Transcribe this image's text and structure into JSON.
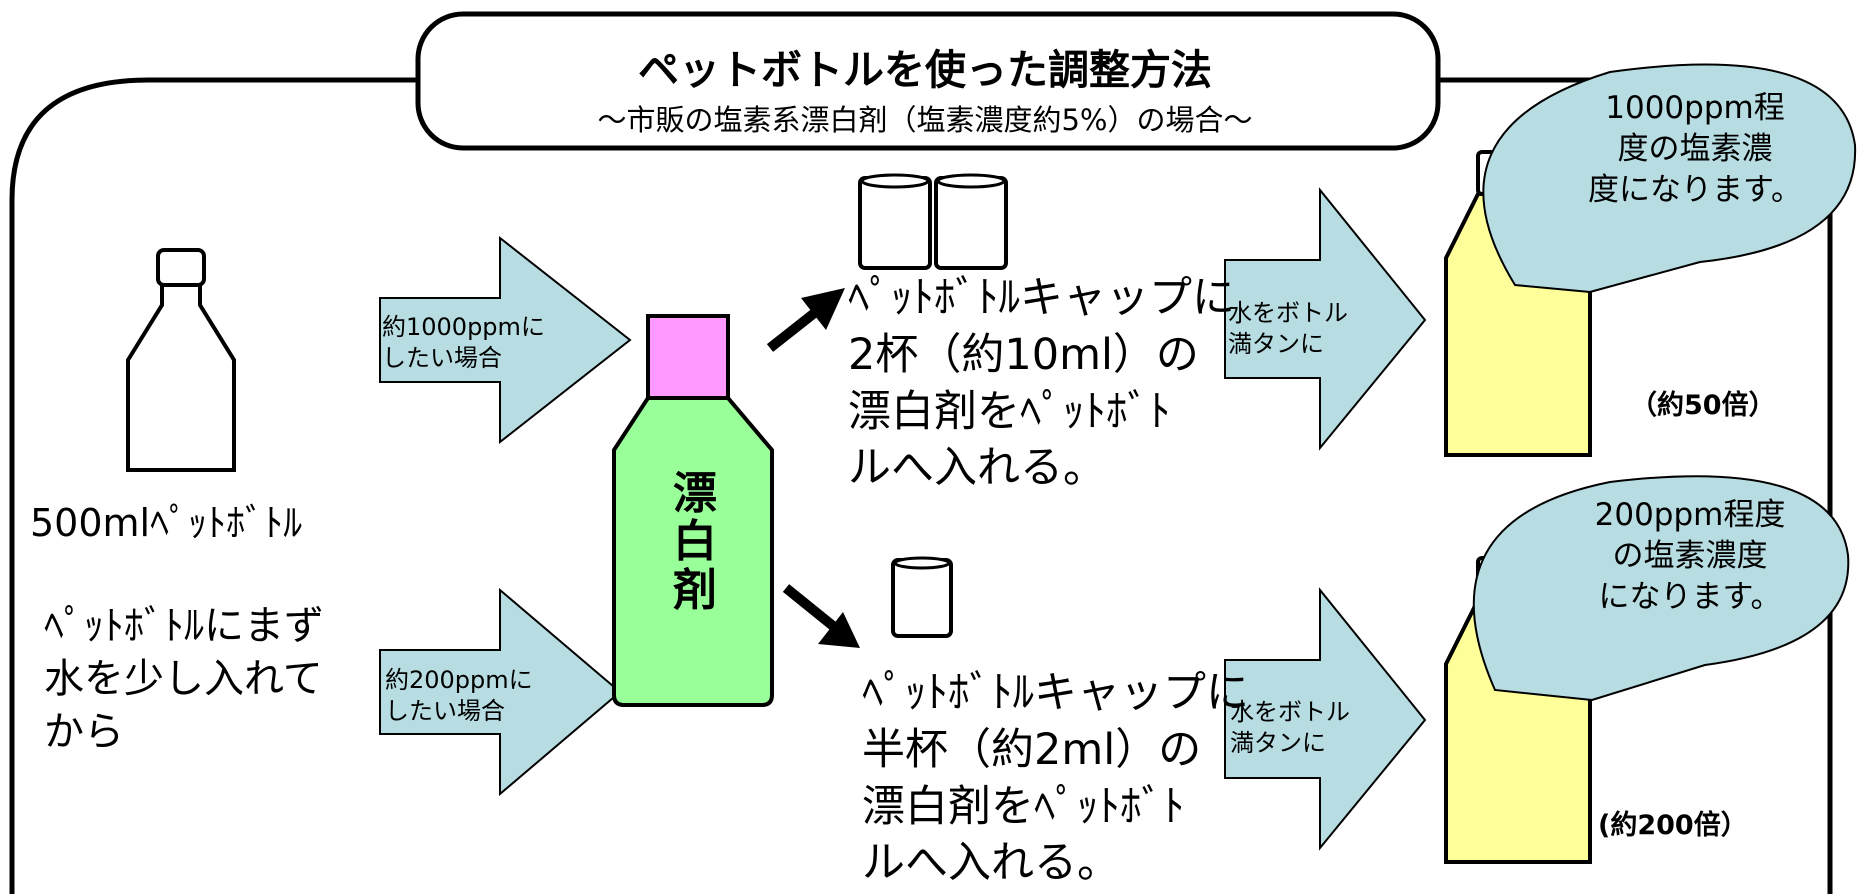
{
  "title": {
    "main": "ペットボトルを使った調整方法",
    "sub": "～市販の塩素系漂白剤（塩素濃度約5%）の場合～"
  },
  "left": {
    "bottle_label": "500mlﾍﾟｯﾄﾎﾞﾄﾙ",
    "note": "ﾍﾟｯﾄﾎﾞﾄﾙにまず\n水を少し入れて\nから"
  },
  "bleach_bottle": {
    "label": "漂\n白\n剤"
  },
  "case_1000": {
    "arrow_label": "約1000ppmに\nしたい場合",
    "step_text": "ﾍﾟｯﾄﾎﾞﾄﾙキャップに\n2杯（約10ml）の\n漂白剤をﾍﾟｯﾄﾎﾞﾄ\nルへ入れる。",
    "fill_label": "水をボトル\n満タンに",
    "bubble": "1000ppm程\n度の塩素濃\n度になります。",
    "factor": "（約50倍）"
  },
  "case_200": {
    "arrow_label": "約200ppmに\nしたい場合",
    "step_text": "ﾍﾟｯﾄﾎﾞﾄﾙキャップに\n半杯（約2ml）の\n漂白剤をﾍﾟｯﾄﾎﾞﾄ\nルへ入れる。",
    "fill_label": "水をボトル\n満タンに",
    "bubble": "200ppm程度\nの塩素濃度\nになります。",
    "factor": "(約200倍）"
  },
  "colors": {
    "arrow_fill": "#b7dde2",
    "bleach_body": "#99ff99",
    "bleach_cap": "#ff99ff",
    "diluted_bottle": "#ffff99",
    "bubble_fill": "#b7dde2",
    "outline": "#000000"
  }
}
